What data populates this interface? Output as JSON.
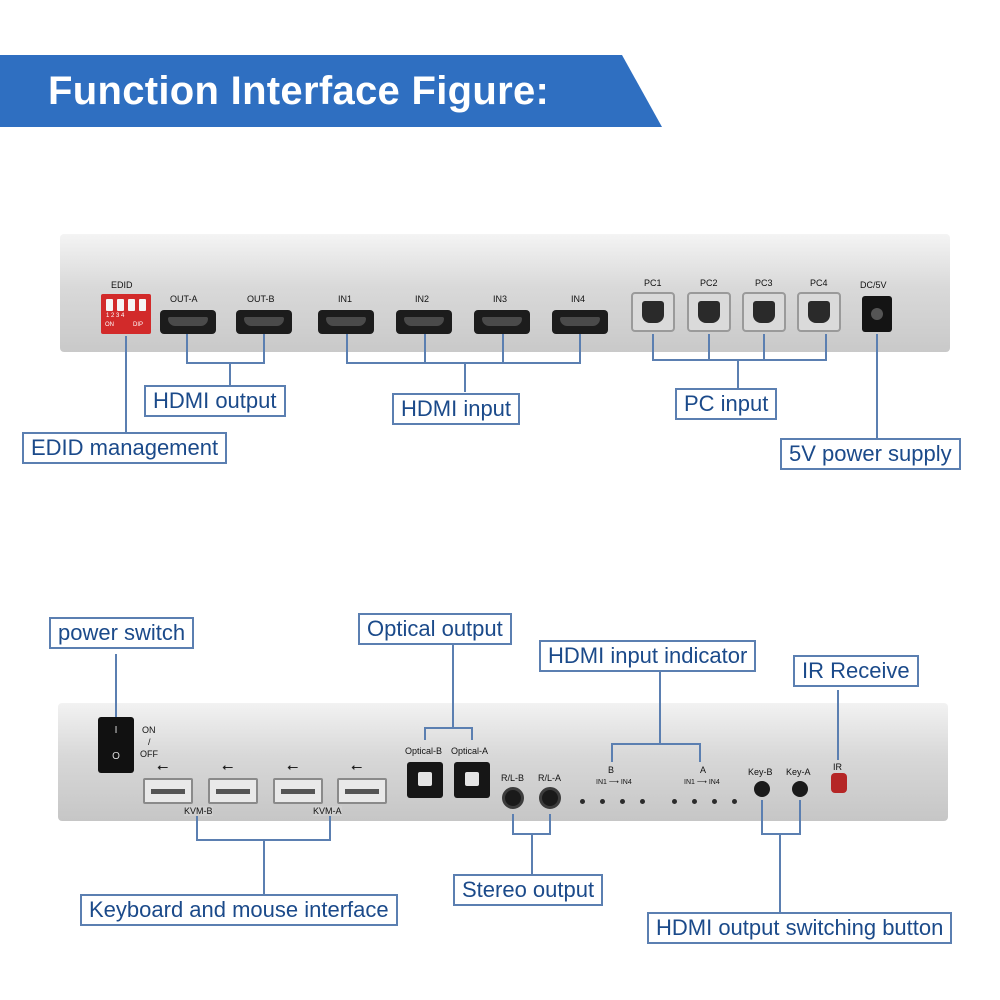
{
  "title": "Function Interface Figure:",
  "colors": {
    "banner": "#2f6fc1",
    "callout_text": "#1b4a8a",
    "leader_line": "#5b7fb1",
    "dip_switch": "#d22a2a"
  },
  "rear_panel": {
    "edid_label": "EDID",
    "dip_text_top": "1 2 3 4",
    "dip_text_on": "ON",
    "dip_text_dip": "DIP",
    "ports": {
      "out_a": "OUT-A",
      "out_b": "OUT-B",
      "in1": "IN1",
      "in2": "IN2",
      "in3": "IN3",
      "in4": "IN4",
      "pc1": "PC1",
      "pc2": "PC2",
      "pc3": "PC3",
      "pc4": "PC4",
      "dc": "DC/5V"
    }
  },
  "front_panel": {
    "on": "ON",
    "slash": "/",
    "off": "OFF",
    "kvm_b": "KVM-B",
    "kvm_a": "KVM-A",
    "optical_b": "Optical-B",
    "optical_a": "Optical-A",
    "rl_b": "R/L-B",
    "rl_a": "R/L-A",
    "b": "B",
    "a": "A",
    "in1_in4_b": "IN1 ⟶ IN4",
    "in1_in4_a": "IN1 ⟶ IN4",
    "key_b": "Key-B",
    "key_a": "Key-A",
    "ir": "IR"
  },
  "callouts": {
    "hdmi_output": "HDMI output",
    "hdmi_input": "HDMI input",
    "pc_input": "PC input",
    "edid_management": "EDID management",
    "power_supply": "5V power supply",
    "power_switch": "power switch",
    "optical_output": "Optical output",
    "hdmi_input_indicator": "HDMI input indicator",
    "ir_receive": "IR Receive",
    "stereo_output": "Stereo output",
    "keyboard_mouse": "Keyboard and mouse interface",
    "hdmi_output_switching": "HDMI output switching button"
  }
}
